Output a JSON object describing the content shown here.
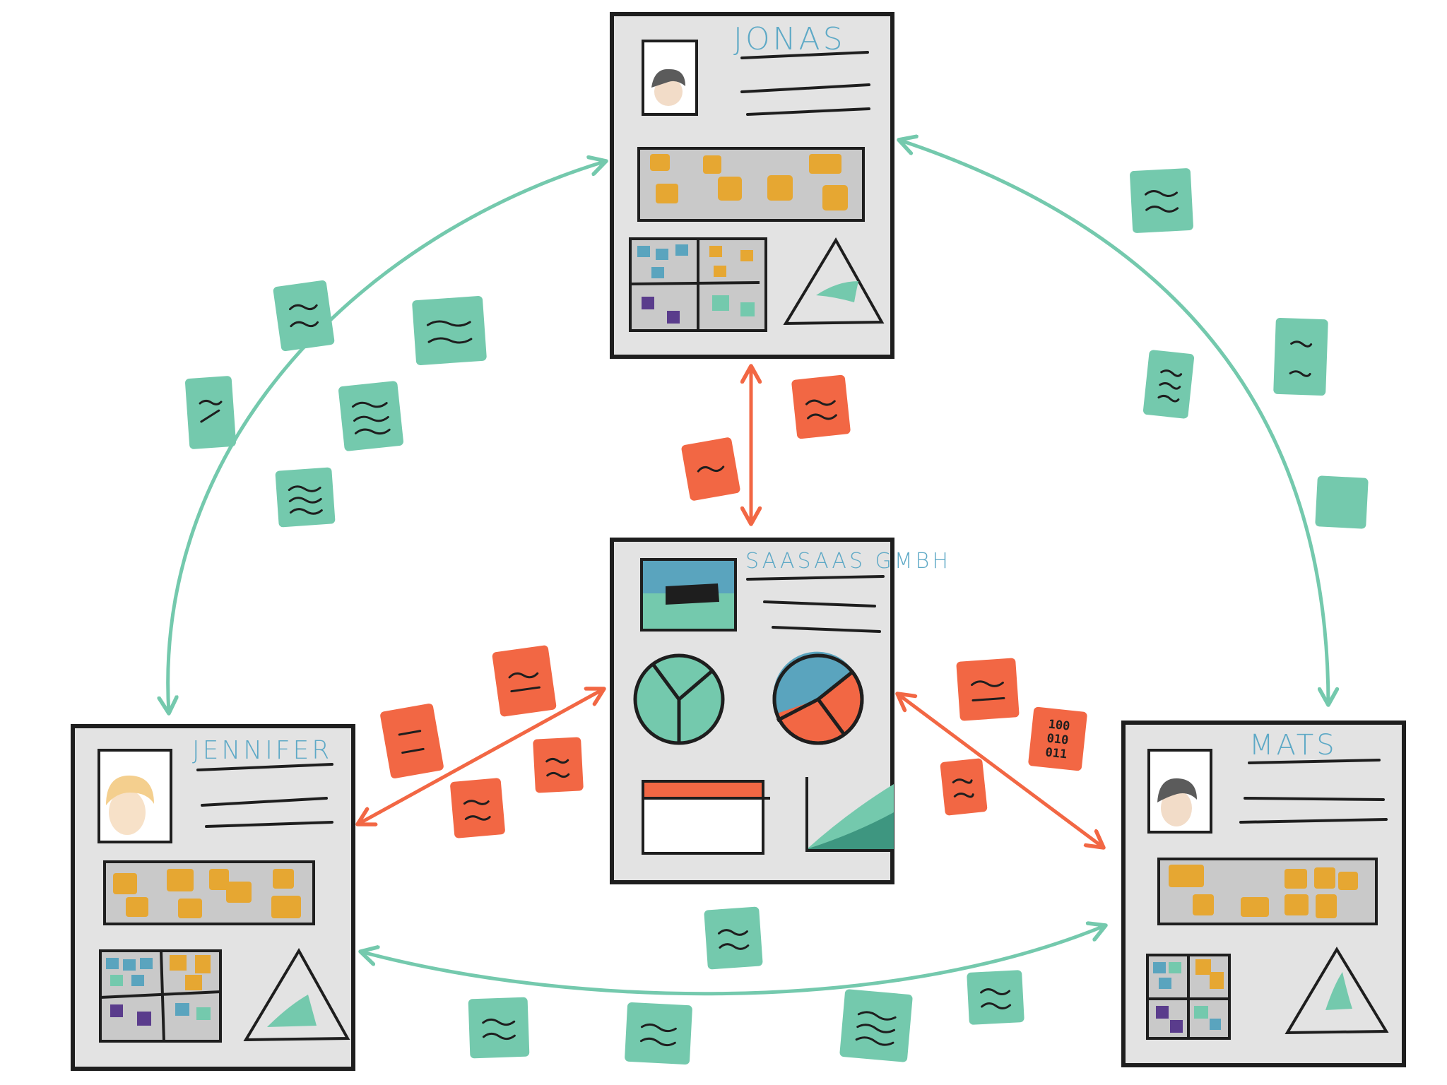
{
  "colors": {
    "connection_green": "#74C9AD",
    "connection_red": "#F26744",
    "name_blue": "#5EA9C6",
    "card_fill": "#E3E3E3",
    "note_yellow": "#E6A732",
    "note_blue": "#5AA4BE",
    "note_purple": "#5A3C8C",
    "ink": "#1E1E1E"
  },
  "profiles": {
    "top": {
      "name": "JONAS",
      "avatar": "dark-hair"
    },
    "left": {
      "name": "JENNIFER",
      "avatar": "blond-hair"
    },
    "right": {
      "name": "MATS",
      "avatar": "dark-hair"
    }
  },
  "company": {
    "name": "SAASAAS GMBH"
  },
  "binary_note": {
    "lines": [
      "100",
      "010",
      "011"
    ]
  },
  "connections": [
    {
      "from": "jonas",
      "to": "jennifer",
      "kind": "peer",
      "color": "green"
    },
    {
      "from": "jonas",
      "to": "mats",
      "kind": "peer",
      "color": "green"
    },
    {
      "from": "jennifer",
      "to": "mats",
      "kind": "peer",
      "color": "green"
    },
    {
      "from": "company",
      "to": "jonas",
      "kind": "company",
      "color": "red"
    },
    {
      "from": "company",
      "to": "jennifer",
      "kind": "company",
      "color": "red"
    },
    {
      "from": "company",
      "to": "mats",
      "kind": "company",
      "color": "red"
    }
  ]
}
